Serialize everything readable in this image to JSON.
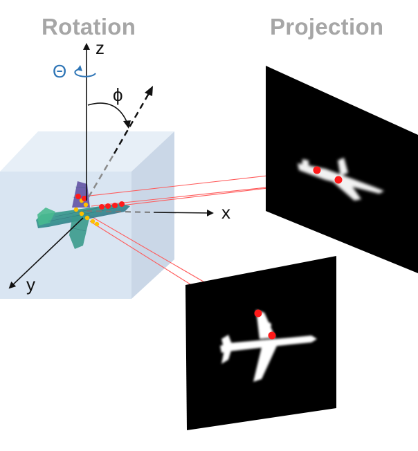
{
  "headings": {
    "rotation": "Rotation",
    "projection": "Projection"
  },
  "axes": {
    "z": "z",
    "x": "x",
    "y": "y"
  },
  "angles": {
    "theta": "Θ",
    "phi": "ϕ"
  },
  "colors": {
    "heading": "#a6a6a6",
    "theta": "#2e75b6",
    "cube_face": "#dbe7f3",
    "ray": "#ff4d4d",
    "marker_red": "#ff0000",
    "marker_yellow": "#ffc000",
    "screen": "#000000"
  }
}
